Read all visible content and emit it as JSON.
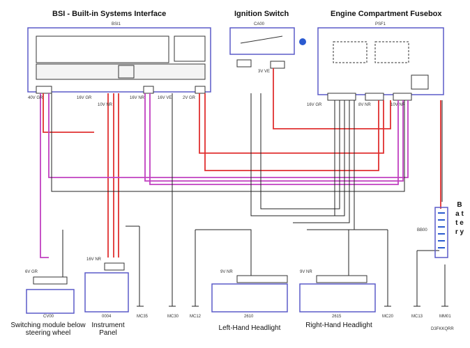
{
  "titles": {
    "bsi": "BSI - Built-in Systems Interface",
    "ignition": "Ignition Switch",
    "fusebox": "Engine Compartment Fusebox"
  },
  "module_codes": {
    "bsi": "BSI1",
    "ignition": "CA00",
    "fusebox": "PSF1",
    "switch_module": "CV00",
    "instrument_panel": "0004",
    "left_headlight": "2610",
    "right_headlight": "2615",
    "battery": "BB00",
    "diagram_ref": "D3FKKQRR"
  },
  "captions": {
    "switch_module": "Switching module below steering wheel",
    "instrument_panel": "Instrument Panel",
    "left_headlight": "Left-Hand Headlight",
    "right_headlight": "Right-Hand Headlight",
    "battery": "B a t t e r y"
  },
  "ground_codes": {
    "mc35": "MC35",
    "mc30": "MC30",
    "mc12": "MC12",
    "mc20": "MC20",
    "mc13": "MC13",
    "mm01": "MM01"
  },
  "connectors": {
    "bsi_left": "40V GR",
    "bsi_mid1": "16V GR",
    "bsi_mid2": "10V NR",
    "bsi_mid3": "16V NR",
    "bsi_mid4": "16V VE",
    "bsi_right": "2V GR",
    "ign": "3V VE",
    "psf_left": "16V GR",
    "psf_mid": "8V NR",
    "psf_right": "10V NR",
    "cv00": "6V GR",
    "ip": "16V NR",
    "lh": "9V NR",
    "rh": "9V NR"
  },
  "colors": {
    "frame": "#5a5ac8",
    "red": "#e03030",
    "magenta": "#c040c0",
    "wire": "#222222"
  }
}
